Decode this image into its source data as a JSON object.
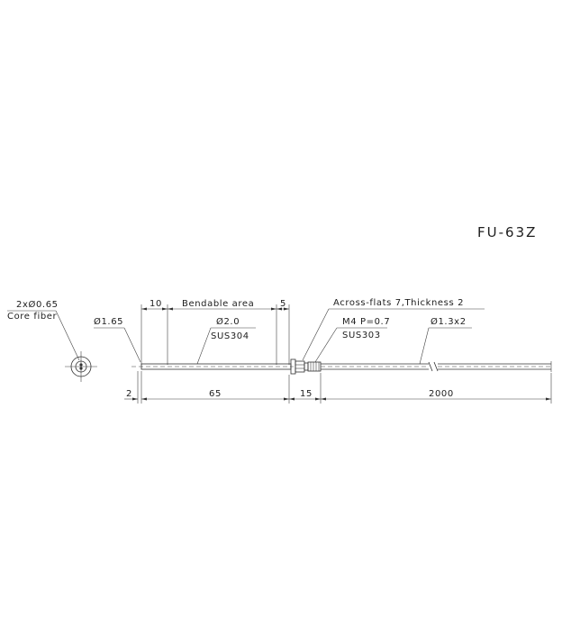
{
  "model": "FU-63Z",
  "labels": {
    "core_diameter": "2xØ0.65",
    "core_fiber": "Core fiber",
    "tip_diameter": "Ø1.65",
    "dim_10": "10",
    "bendable_area": "Bendable area",
    "dim_5": "5",
    "sleeve_diameter": "Ø2.0",
    "sleeve_material": "SUS304",
    "across_flats": "Across-flats 7,Thickness 2",
    "thread": "M4 P=0.7",
    "nut_material": "SUS303",
    "cable_diameter": "Ø1.3x2",
    "dim_2": "2",
    "dim_65": "65",
    "dim_15": "15",
    "dim_2000": "2000"
  }
}
